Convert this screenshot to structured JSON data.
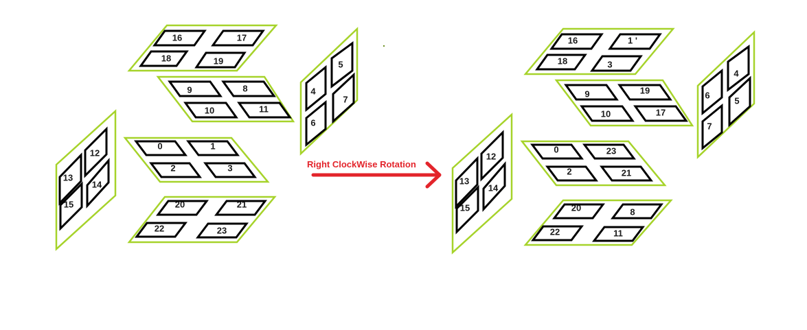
{
  "arrow": {
    "label": "Right ClockWise Rotation",
    "color": "#e3242b"
  },
  "colors": {
    "face_border": "#a6d32a",
    "tile_border": "#000000"
  },
  "before": {
    "up": [
      "16",
      "17",
      "18",
      "19"
    ],
    "back": [
      "9",
      "8",
      "10",
      "11"
    ],
    "right": [
      "4",
      "5",
      "6",
      "7"
    ],
    "left": [
      "12",
      "13",
      "14",
      "15"
    ],
    "front": [
      "0",
      "1",
      "2",
      "3"
    ],
    "down": [
      "20",
      "21",
      "22",
      "23"
    ]
  },
  "after": {
    "up": [
      "16",
      "1 '",
      "18",
      "3"
    ],
    "back": [
      "9",
      "19",
      "10",
      "17"
    ],
    "right": [
      "6",
      "4",
      "7",
      "5"
    ],
    "left": [
      "12",
      "13",
      "14",
      "15"
    ],
    "front": [
      "0",
      "23",
      "2",
      "21"
    ],
    "down": [
      "20",
      "8",
      "22",
      "11"
    ]
  }
}
